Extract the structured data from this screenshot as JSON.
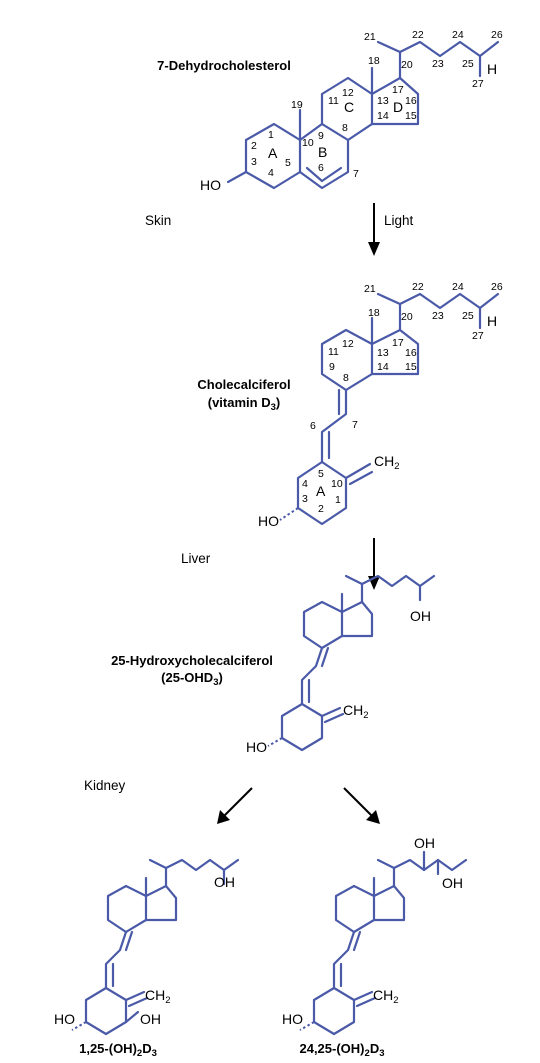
{
  "compounds": {
    "dhc": {
      "name": "7-Dehydrocholesterol"
    },
    "d3": {
      "name_line1": "Cholecalciferol",
      "name_line2_prefix": "(vitamin D",
      "name_line2_sub": "3",
      "name_line2_suffix": ")"
    },
    "ohd3": {
      "name_line1": "25-Hydroxycholecalciferol",
      "name_line2_prefix": "(25-OHD",
      "name_line2_sub": "3",
      "name_line2_suffix": ")"
    },
    "dihydroxy_125": {
      "prefix": "1,25-(OH)",
      "sub1": "2",
      "mid": "D",
      "sub2": "3"
    },
    "dihydroxy_2425": {
      "prefix": "24,25-(OH)",
      "sub1": "2",
      "mid": "D",
      "sub2": "3"
    }
  },
  "steps": {
    "skin": "Skin",
    "light": "Light",
    "liver": "Liver",
    "kidney": "Kidney"
  },
  "groups": {
    "ho": "HO",
    "oh": "OH",
    "h": "H",
    "ch2_main": "CH",
    "ch2_sub": "2"
  },
  "ring_labels": {
    "a": "A",
    "b": "B",
    "c": "C",
    "d": "D"
  },
  "carbon_numbers_dhc": [
    "1",
    "2",
    "3",
    "4",
    "5",
    "6",
    "7",
    "8",
    "9",
    "10",
    "11",
    "12",
    "13",
    "14",
    "15",
    "16",
    "17",
    "18",
    "19",
    "20",
    "21",
    "22",
    "23",
    "24",
    "25",
    "26",
    "27"
  ],
  "carbon_numbers_d3": [
    "1",
    "2",
    "3",
    "4",
    "5",
    "6",
    "7",
    "8",
    "9",
    "10",
    "11",
    "12",
    "13",
    "14",
    "15",
    "16",
    "17",
    "18",
    "20",
    "21",
    "22",
    "23",
    "24",
    "25",
    "26",
    "27"
  ],
  "colors": {
    "bond": "#4a5aa8",
    "text": "#000000"
  }
}
